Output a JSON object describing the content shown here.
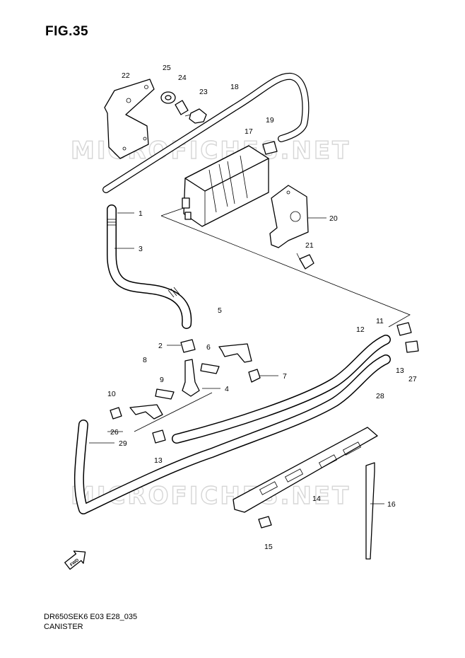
{
  "figure": {
    "title": "FIG.35",
    "code": "DR650SEK6 E03 E28_035",
    "name": "CANISTER",
    "watermark": "MICROFICHES.NET"
  },
  "callouts": [
    "1",
    "2",
    "3",
    "4",
    "5",
    "6",
    "7",
    "8",
    "9",
    "10",
    "11",
    "12",
    "13",
    "13",
    "14",
    "15",
    "16",
    "17",
    "18",
    "19",
    "20",
    "21",
    "22",
    "23",
    "24",
    "25",
    "26",
    "27",
    "28",
    "29"
  ],
  "fwd_icon": {
    "name": "fwd-arrow-icon",
    "text": "FWD"
  }
}
